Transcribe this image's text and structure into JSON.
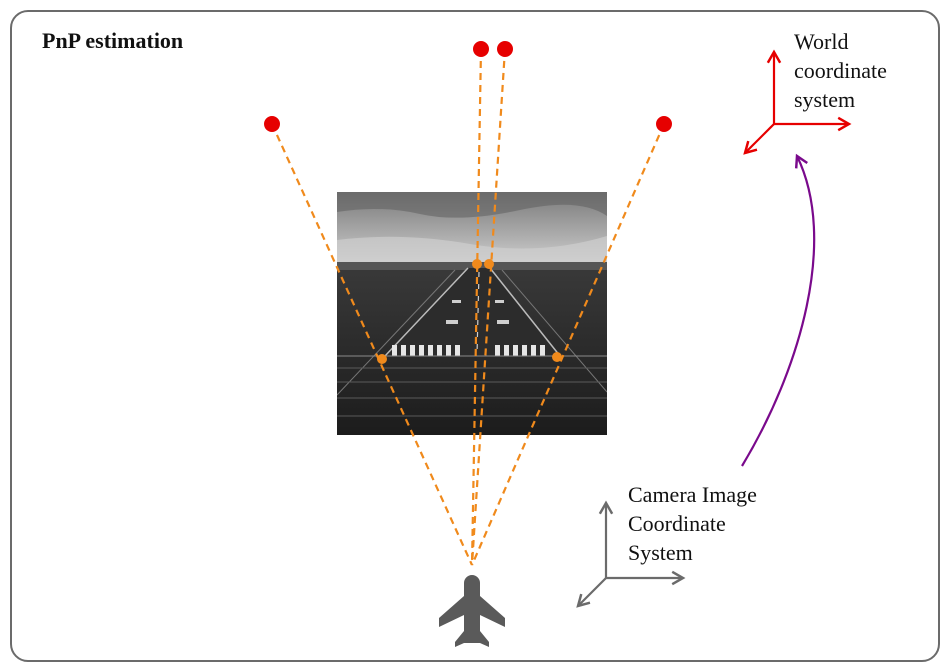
{
  "title": "PnP estimation",
  "world_label": [
    "World",
    "coordinate",
    "system"
  ],
  "camera_label": [
    "Camera Image",
    "Coordinate",
    "System"
  ],
  "colors": {
    "frame": "#6b6b6b",
    "world_points": "#e60000",
    "projection_lines": "#f08a1c",
    "world_axes": "#e60000",
    "camera_axes": "#6b6b6b",
    "transform_arrow": "#7a0a8c",
    "aircraft": "#5a5a5a"
  },
  "icons": {
    "aircraft": "airplane-icon",
    "runway_image": "runway-photo"
  }
}
